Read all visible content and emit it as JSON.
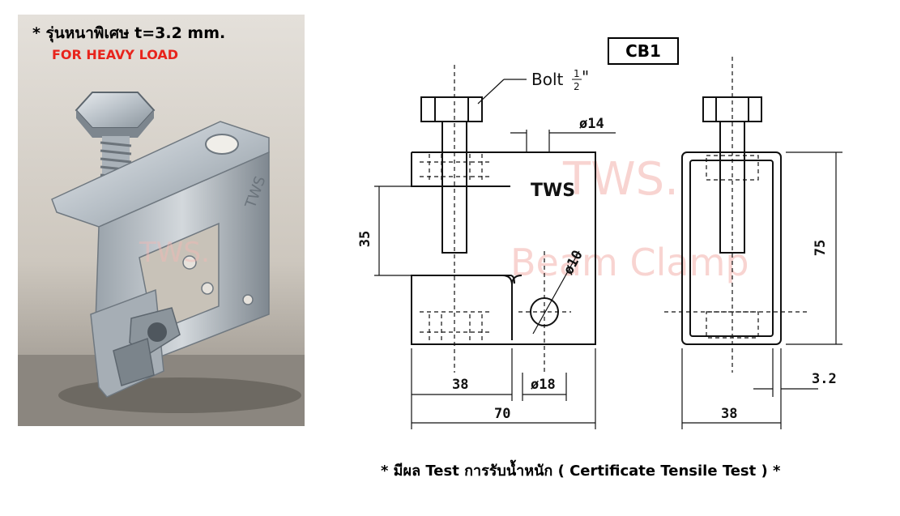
{
  "photo": {
    "title": "* รุ่นหนาพิเศษ  t=3.2 mm.",
    "subtitle": "FOR HEAVY LOAD",
    "stamp_text": "TWS"
  },
  "drawing": {
    "code": "CB1",
    "bolt_label": "Bolt",
    "bolt_fraction_num": "1",
    "bolt_fraction_den": "2",
    "bolt_inch": "\"",
    "clamp_mark": "TWS",
    "dim_phi14": "ø14",
    "dim_35": "35",
    "dim_phi10": "ø10",
    "dim_38_front": "38",
    "dim_phi18": "ø18",
    "dim_70": "70",
    "dim_75": "75",
    "dim_3_2": "3.2",
    "dim_38_side": "38",
    "watermark_line1": "TWS.",
    "watermark_line2": "Beam Clamp"
  },
  "note": "* มีผล Test การรับน้ำหนัก  ( Certificate Tensile Test ) *",
  "colors": {
    "alert": "#e8241c",
    "watermark": "#f4b8b4",
    "line": "#111111"
  }
}
